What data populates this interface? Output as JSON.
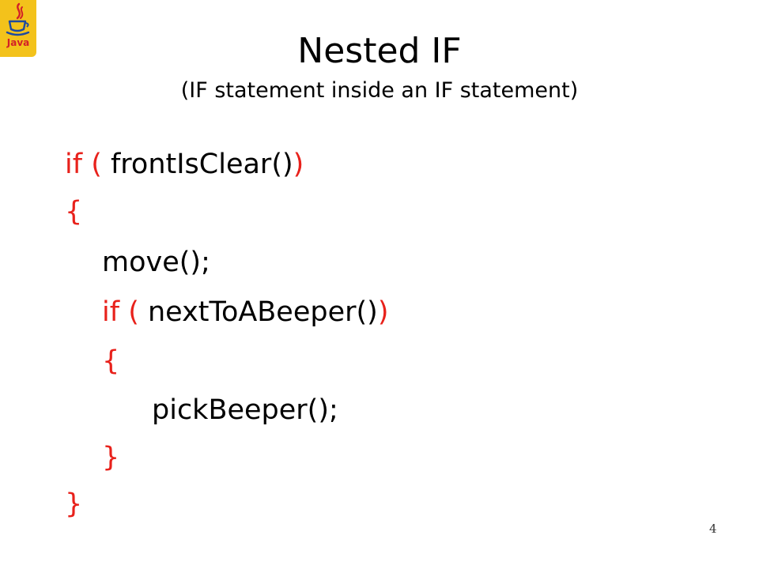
{
  "logo": {
    "icon": "java-coffee-cup-icon",
    "text": "Java"
  },
  "title": "Nested IF",
  "subtitle": "(IF statement inside an IF statement)",
  "code": {
    "line1": {
      "kw": "if",
      "open": "(",
      "body": " frontIsClear()",
      "close": ")"
    },
    "line2": {
      "brace": "{"
    },
    "line3": {
      "body": "move();"
    },
    "line4": {
      "kw": "if",
      "open": "(",
      "body": " nextToABeeper()",
      "close": ")"
    },
    "line5": {
      "brace": "{"
    },
    "line6": {
      "body": "pickBeeper();"
    },
    "line7": {
      "brace": "}"
    },
    "line8": {
      "brace": "}"
    }
  },
  "slide_number": "4",
  "colors": {
    "keyword": "#e8211b",
    "text": "#000000",
    "logo_bg": "#f3c21b"
  }
}
